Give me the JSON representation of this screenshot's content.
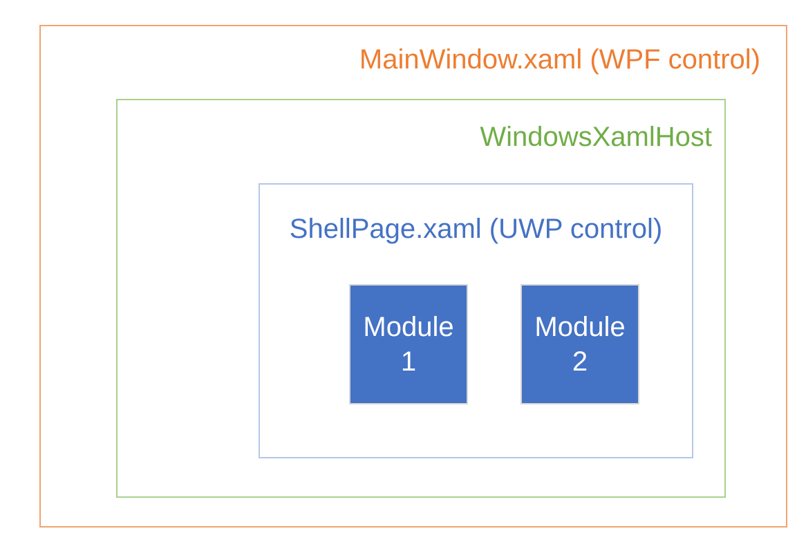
{
  "diagram": {
    "main_window": {
      "label": "MainWindow.xaml (WPF control)"
    },
    "xaml_host": {
      "label": "WindowsXamlHost"
    },
    "shell_page": {
      "label": "ShellPage.xaml (UWP control)"
    },
    "modules": [
      {
        "lines": [
          "Module",
          "1"
        ],
        "full_label": "Module 1"
      },
      {
        "lines": [
          "Module",
          "2"
        ],
        "full_label": "Module 2"
      }
    ],
    "colors": {
      "wpf_border": "#F2A46F",
      "wpf_text": "#ED7D31",
      "host_border": "#A9D18E",
      "host_text": "#70AD47",
      "shell_border": "#B4C7E7",
      "shell_text": "#4472C4",
      "module_fill": "#4472C4",
      "module_border": "#D6D6D6",
      "module_text": "#FFFFFF"
    }
  }
}
